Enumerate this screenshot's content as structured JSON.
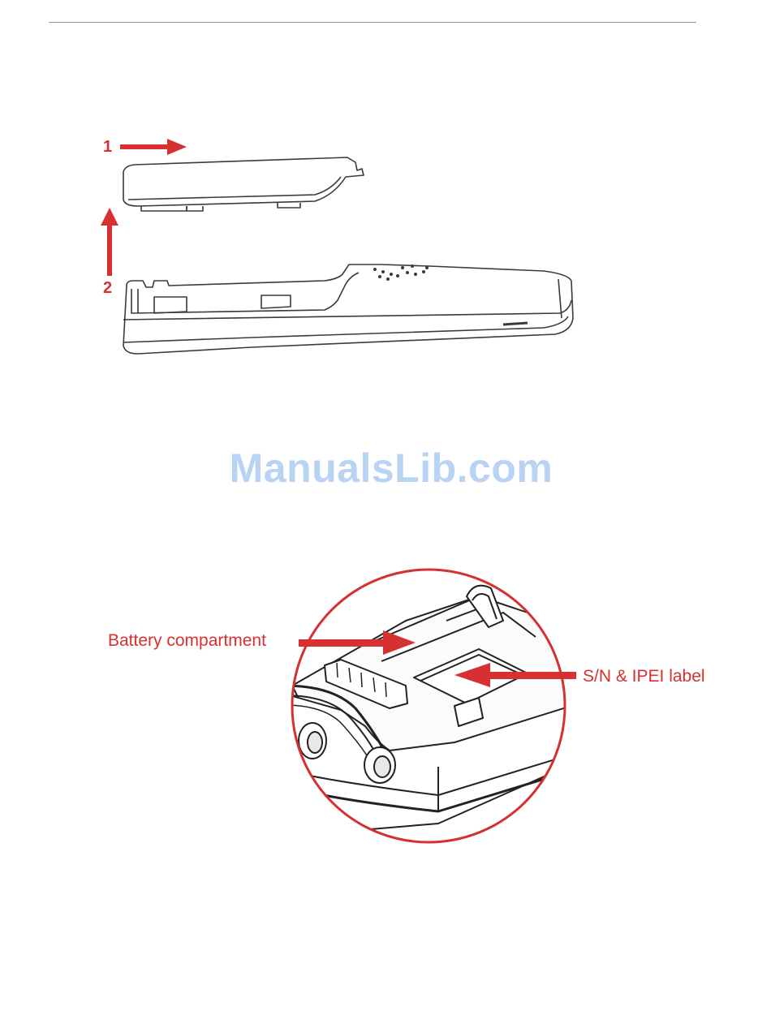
{
  "watermark": "ManualsLib.com",
  "steps": {
    "step1": "1",
    "step2": "2"
  },
  "callouts": {
    "battery_compartment": "Battery compartment",
    "sn_label": "S/N & IPEI label"
  },
  "colors": {
    "accent": "#d63031",
    "watermark": "#b9d3f2",
    "line_art": "#3a3a3a"
  },
  "figures": [
    {
      "name": "battery-cover-removal",
      "icons": [
        "right-arrow-icon",
        "up-arrow-icon"
      ]
    },
    {
      "name": "battery-compartment-detail",
      "icons": [
        "magnifier-circle-icon",
        "right-arrow-icon"
      ]
    }
  ]
}
